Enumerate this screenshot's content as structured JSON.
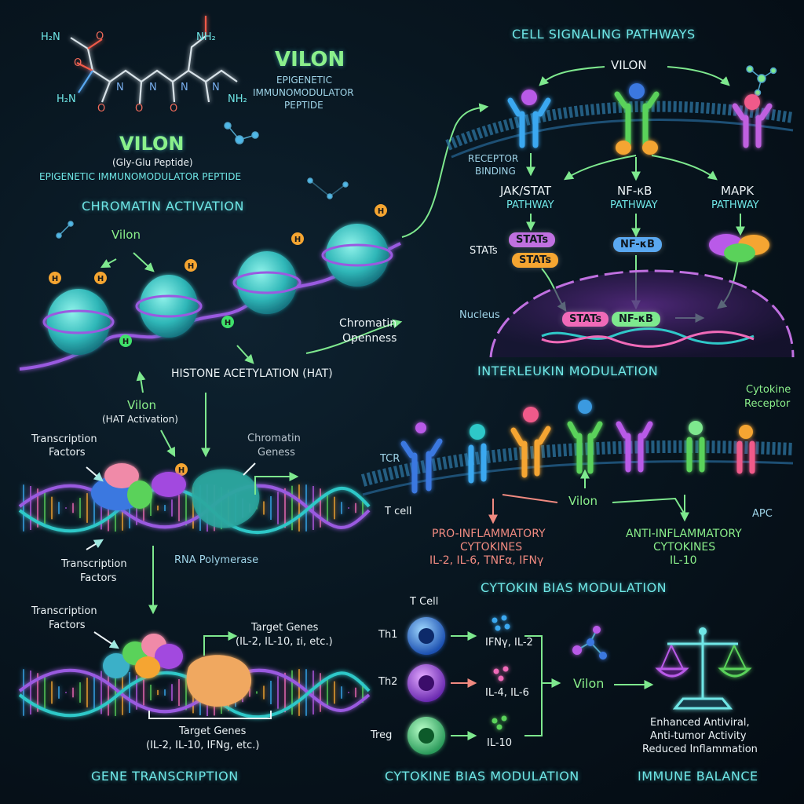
{
  "peptide": {
    "mol_labels": [
      "H₂N",
      "O",
      "O",
      "NH₂",
      "H₂N",
      "O",
      "N",
      "N",
      "N",
      "N",
      "NH₂",
      "O",
      "O"
    ],
    "brand": "VILON",
    "brand_sub1": "EPIGENETIC",
    "brand_sub2": "IMMUNOMODULATOR",
    "brand_sub3": "PEPTIDE",
    "name": "VILON",
    "formula": "(Gly-Glu Peptide)",
    "desc": "EPIGENETIC IMMUNOMODULATOR PEPTIDE"
  },
  "chromatin": {
    "title": "CHROMATIN ACTIVATION",
    "vilon": "Vilon",
    "histone_mark": "H",
    "openness1": "Chromatin",
    "openness2": "Openness",
    "hat": "HISTONE ACETYLATION (HAT)",
    "vilon2": "Vilon",
    "hat_activation": "(HAT Activation)"
  },
  "transcription": {
    "tf1a": "Transcription",
    "tf1b": "Factors",
    "chromatin_genes1": "Chromatin",
    "chromatin_genes2": "Geness",
    "tf2a": "Transcription",
    "tf2b": "Factors",
    "rnap": "RNA Polymerase",
    "tf3a": "Transcription",
    "tf3b": "Factors",
    "target1": "Target Genes",
    "target1_list": "(IL-2, IL-10, ɪi, etc.)",
    "target2": "Target Genes",
    "target2_list": "(IL-2, IL-10, IFNg, etc.)",
    "title": "GENE TRANSCRIPTION"
  },
  "signaling": {
    "title": "CELL SIGNALING PATHWAYS",
    "vilon": "VILON",
    "receptor1": "RECEPTOR",
    "receptor2": "BINDING",
    "jak": "JAK/STAT",
    "jak_sub": "PATHWAY",
    "nfkb": "NF-κB",
    "nfkb_sub": "PATHWAY",
    "mapk": "MAPK",
    "mapk_sub": "PATHWAY",
    "stats_label": "STATs",
    "pill_stats1": "STATs",
    "pill_stats2": "STATs",
    "pill_nfkb": "NF-κB",
    "nucleus": "Nucleus",
    "nuc_stats": "STATs",
    "nuc_nfkb": "NF-κB"
  },
  "interleukin": {
    "title": "INTERLEUKIN MODULATION",
    "cyto_rec1": "Cytokine",
    "cyto_rec2": "Receptor",
    "tcr": "TCR",
    "tcell": "T cell",
    "vilon": "Vilon",
    "apc": "APC",
    "pro1": "PRO-INFLAMMATORY",
    "pro2": "CYTOKINES",
    "pro3": "IL-2, IL-6, TNFα, IFNγ",
    "anti1": "ANTI-INFLAMMATORY",
    "anti2": "CYTOKINES",
    "anti3": "IL-10"
  },
  "bias": {
    "title": "CYTOKIN BIAS MODULATION",
    "tcell": "T Cell",
    "th1": "Th1",
    "th1_out": "IFNγ, IL-2",
    "th2": "Th2",
    "th2_out": "IL-4, IL-6",
    "treg": "Treg",
    "treg_out": "IL-10",
    "vilon": "Vilon",
    "title2": "CYTOKINE BIAS MODULATION"
  },
  "balance": {
    "line1": "Enhanced Antiviral,",
    "line2": "Anti-tumor Activity",
    "line3": "Reduced Inflammation",
    "title": "IMMUNE BALANCE"
  },
  "colors": {
    "cyan": "#6fe6e6",
    "green_arrow": "#7ee88e",
    "dna_purple": "#9a5ae0",
    "dna_teal": "#2fc8c8",
    "nucleosome": "#3fd0c8",
    "acetyl": "#f5a531",
    "pink": "#f06ab8",
    "membrane": "#2a6f9a",
    "nucleus": "#5b2c88"
  },
  "icons": [
    "histone-acetyl-icon",
    "receptor-icon",
    "cell-icon",
    "balance-scale-icon",
    "molecule-icon"
  ]
}
